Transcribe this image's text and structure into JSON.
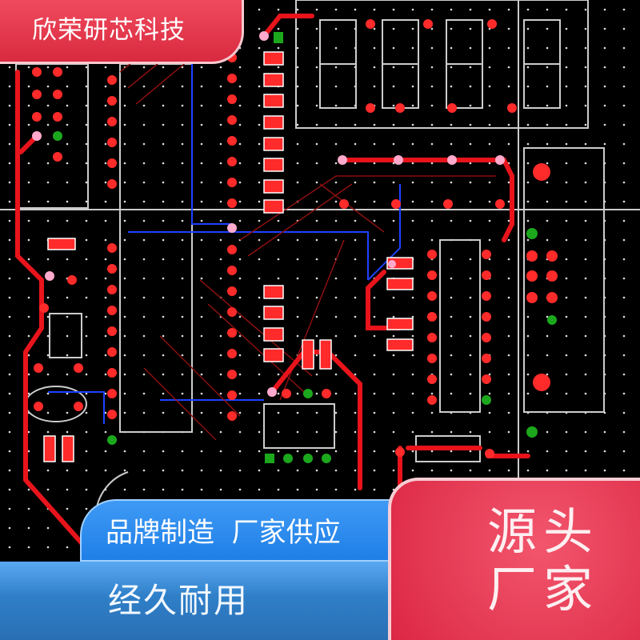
{
  "brand": {
    "name": "欣荣研芯科技"
  },
  "banner_top": {
    "text": "品牌制造  厂家供应"
  },
  "banner_bottom": {
    "text": "经久耐用"
  },
  "badge": {
    "line1": "源头",
    "line2": "厂家"
  },
  "colors": {
    "trace": "#e8141c",
    "pad": "#ff3030",
    "blue_banner": "#2383e8",
    "pink_badge": "#e33a52"
  }
}
